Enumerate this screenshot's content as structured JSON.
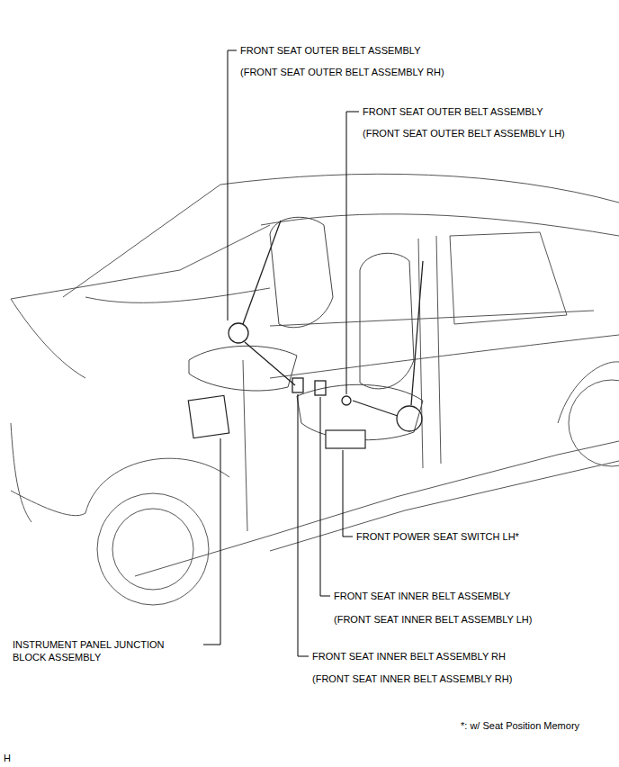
{
  "diagram": {
    "labels": [
      "FRONT SEAT OUTER BELT ASSEMBLY",
      "(FRONT SEAT OUTER BELT ASSEMBLY RH)",
      "FRONT SEAT OUTER BELT ASSEMBLY",
      "(FRONT SEAT OUTER BELT ASSEMBLY LH)",
      "FRONT POWER SEAT SWITCH LH*",
      "FRONT SEAT INNER BELT ASSEMBLY",
      "(FRONT SEAT INNER BELT ASSEMBLY LH)",
      "INSTRUMENT PANEL JUNCTION BLOCK ASSEMBLY",
      "FRONT SEAT INNER BELT ASSEMBLY RH",
      "(FRONT SEAT INNER BELT ASSEMBLY RH)",
      "*: w/ Seat Position Memory",
      "H"
    ]
  }
}
